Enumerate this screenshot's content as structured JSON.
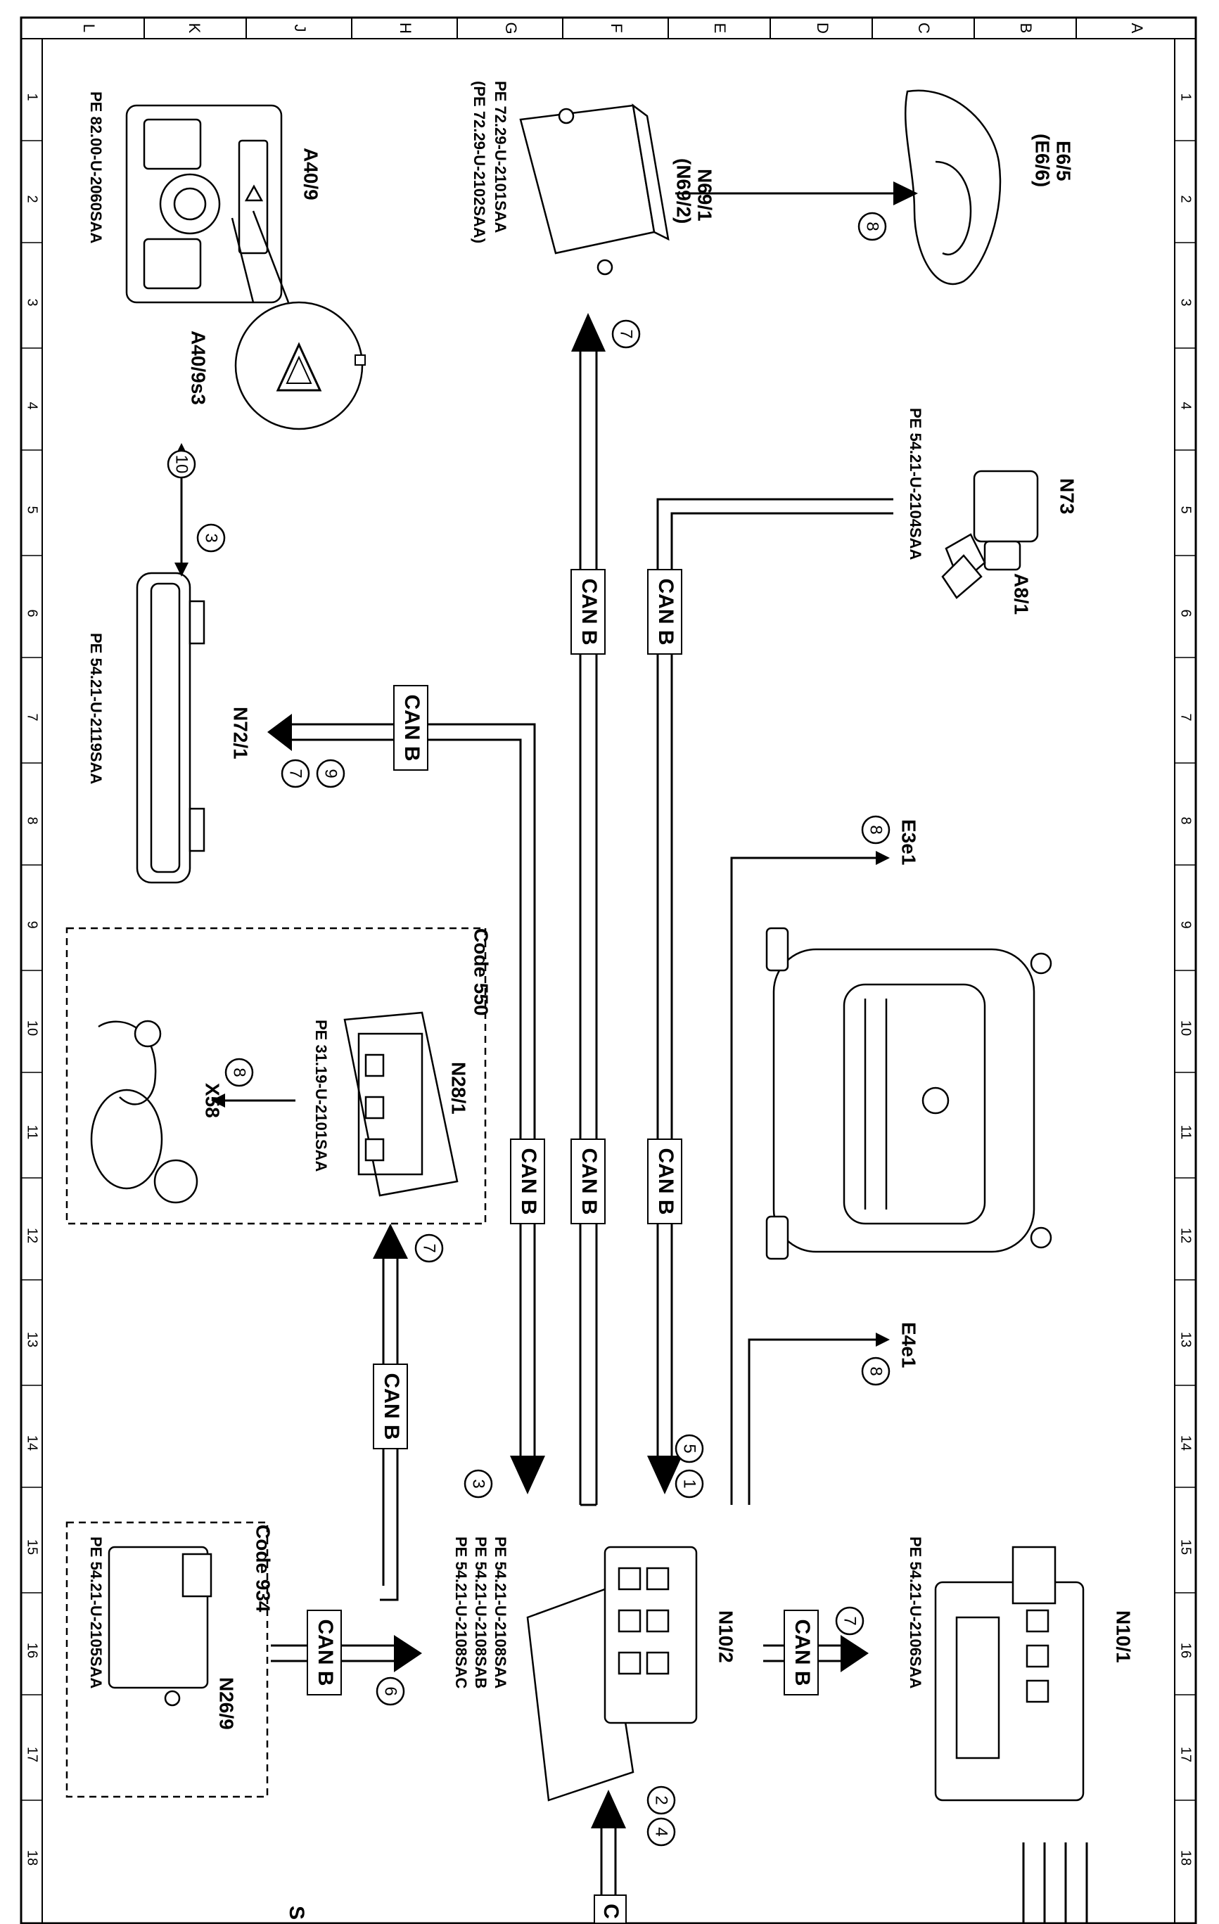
{
  "frame": {
    "columns": [
      "L",
      "K",
      "J",
      "H",
      "G",
      "F",
      "E",
      "D",
      "C",
      "B",
      "A"
    ],
    "rows": [
      "1",
      "2",
      "3",
      "4",
      "5",
      "6",
      "7",
      "8",
      "9",
      "10",
      "11",
      "12",
      "13",
      "14",
      "15",
      "16",
      "17",
      "18"
    ]
  },
  "components": [
    {
      "id": "A40/9",
      "name": "A40/9",
      "refs": [
        "PE 82.00-U-2060SAA"
      ]
    },
    {
      "id": "A40/9s3",
      "name": "A40/9s3",
      "refs": []
    },
    {
      "id": "N69/1",
      "name": "N69/1",
      "alt": "(N69/2)",
      "refs": [
        "PE 72.29-U-2101SAA",
        "(PE 72.29-U-2102SAA)"
      ]
    },
    {
      "id": "E6/5",
      "name": "E6/5",
      "alt": "(E6/6)",
      "refs": []
    },
    {
      "id": "N73",
      "name": "N73",
      "refs": [
        "PE 54.21-U-2104SAA"
      ]
    },
    {
      "id": "A8/1",
      "name": "A8/1",
      "refs": []
    },
    {
      "id": "N72/1",
      "name": "N72/1",
      "refs": [
        "PE 54.21-U-2119SAA"
      ]
    },
    {
      "id": "N28/1",
      "name": "N28/1",
      "refs": [
        "PE 31.19-U-2101SAA"
      ]
    },
    {
      "id": "X58",
      "name": "X58",
      "refs": []
    },
    {
      "id": "E3e1",
      "name": "E3e1",
      "refs": []
    },
    {
      "id": "E4e1",
      "name": "E4e1",
      "refs": []
    },
    {
      "id": "N10/2",
      "name": "N10/2",
      "refs": [
        "PE 54.21-U-2108SAA",
        "PE 54.21-U-2108SAB",
        "PE 54.21-U-2108SAC"
      ]
    },
    {
      "id": "N10/1",
      "name": "N10/1",
      "refs": [
        "PE 54.21-U-2106SAA"
      ]
    },
    {
      "id": "N26/9",
      "name": "N26/9",
      "refs": [
        "PE 54.21-U-2105SAA"
      ]
    }
  ],
  "code_boxes": [
    {
      "label": "Code 550"
    },
    {
      "label": "Code 934"
    }
  ],
  "bus_label": "CAN B",
  "circle_numbers": [
    "8",
    "7",
    "10",
    "3",
    "9",
    "7",
    "8",
    "7",
    "8",
    "8",
    "5",
    "1",
    "3",
    "7",
    "6",
    "2",
    "4"
  ],
  "footer_fragments": {
    "left": "S",
    "bottom": "C"
  }
}
